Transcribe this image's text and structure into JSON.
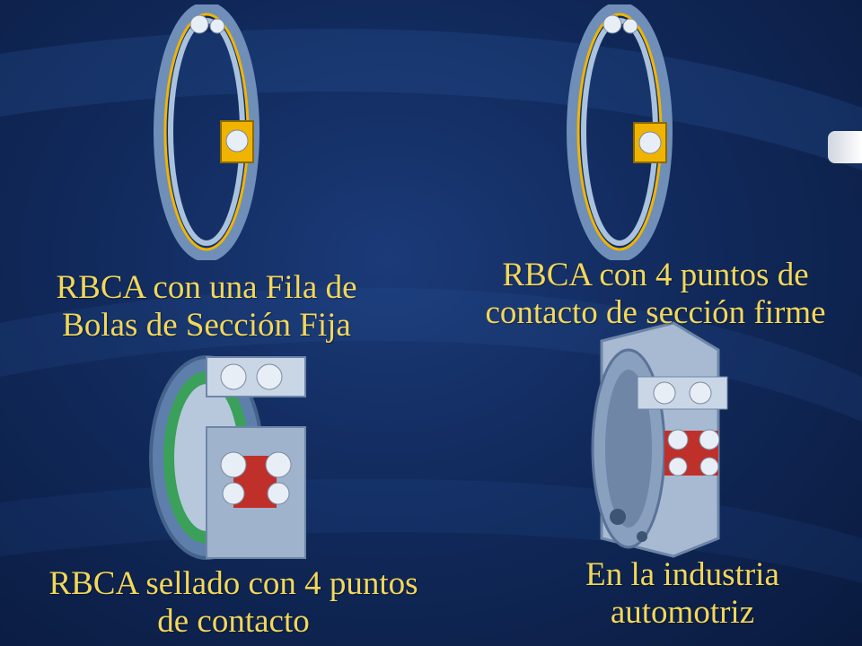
{
  "captions": {
    "single_row": "RBCA con una Fila de\nBolas de Sección Fija",
    "four_point": "RBCA con 4 puntos de\ncontacto de sección firme",
    "sealed": "RBCA sellado con 4 puntos\nde contacto",
    "automotive": "En la industria\nautomotriz"
  },
  "colors": {
    "caption": "#f2d75a",
    "ring": "#7e9fc6",
    "cage": "#f0b400",
    "ball": "#e8eef5",
    "seal": "#3aa05a",
    "red_cage": "#c0302a"
  }
}
